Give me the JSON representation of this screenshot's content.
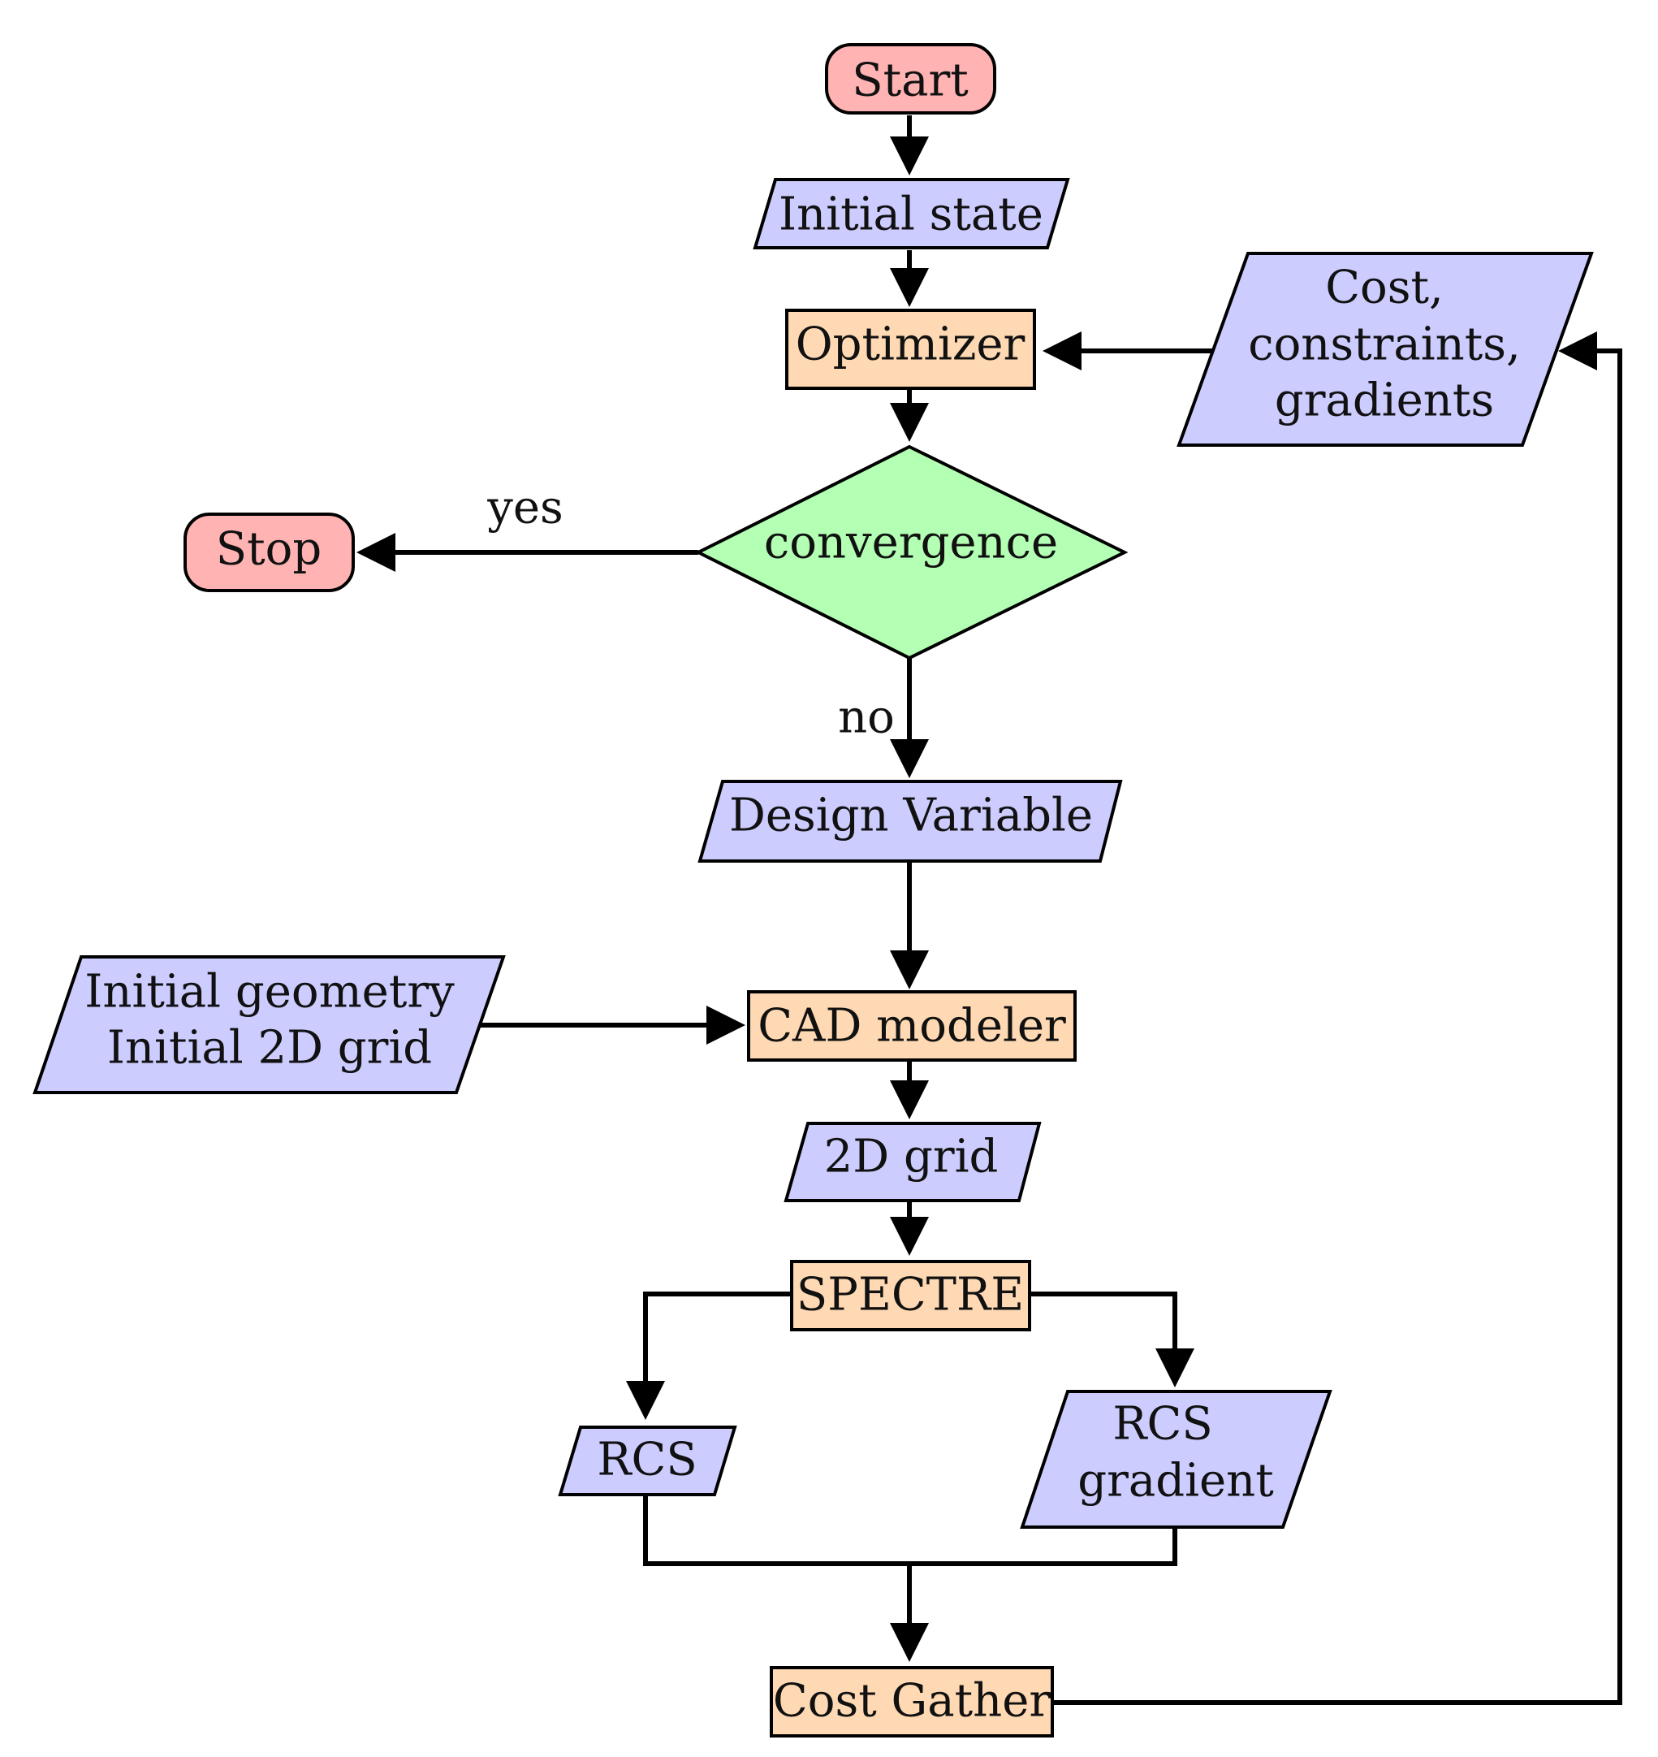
{
  "colors": {
    "terminal": "#ffb3b3",
    "io": "#ccccff",
    "process": "#ffd9b3",
    "decision": "#b3ffb3",
    "stroke": "#000000"
  },
  "nodes": {
    "start": {
      "label": "Start"
    },
    "initial_state": {
      "label": "Initial state"
    },
    "optimizer": {
      "label": "Optimizer"
    },
    "cost_constraints": {
      "lines": [
        "Cost,",
        "constraints,",
        "gradients"
      ]
    },
    "convergence": {
      "label": "convergence"
    },
    "stop": {
      "label": "Stop"
    },
    "design_variable": {
      "label": "Design Variable"
    },
    "initial_geometry": {
      "lines": [
        "Initial geometry",
        "Initial 2D grid"
      ]
    },
    "cad_modeler": {
      "label": "CAD modeler"
    },
    "grid_2d": {
      "label": "2D grid"
    },
    "spectre": {
      "label": "SPECTRE"
    },
    "rcs": {
      "label": "RCS"
    },
    "rcs_gradient": {
      "lines": [
        "RCS",
        "gradient"
      ]
    },
    "cost_gather": {
      "label": "Cost Gather"
    }
  },
  "edge_labels": {
    "yes": "yes",
    "no": "no"
  }
}
